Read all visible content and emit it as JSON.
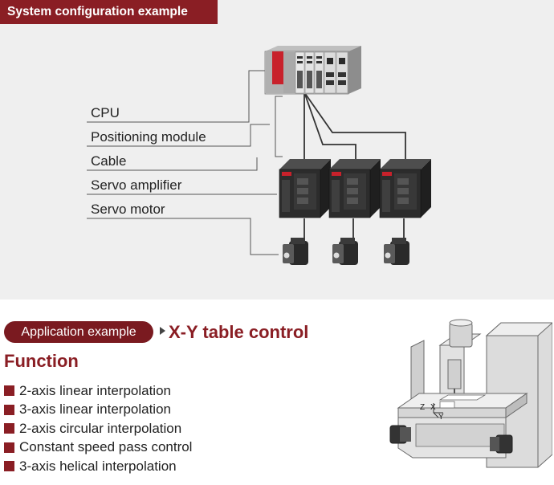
{
  "config": {
    "tag": "System configuration example",
    "labels": {
      "cpu": "CPU",
      "positioning": "Positioning module",
      "cable": "Cable",
      "amplifier": "Servo amplifier",
      "motor": "Servo motor"
    }
  },
  "application": {
    "tag": "Application example",
    "title": "X-Y table control",
    "function_heading": "Function",
    "functions": [
      "2-axis linear interpolation",
      "3-axis linear interpolation",
      "2-axis circular interpolation",
      "Constant speed pass control",
      "3-axis helical interpolation"
    ],
    "axes": {
      "z": "Z",
      "x": "X",
      "y": "Y"
    }
  },
  "colors": {
    "brand": "#8a1e24",
    "panel": "#efefef"
  }
}
